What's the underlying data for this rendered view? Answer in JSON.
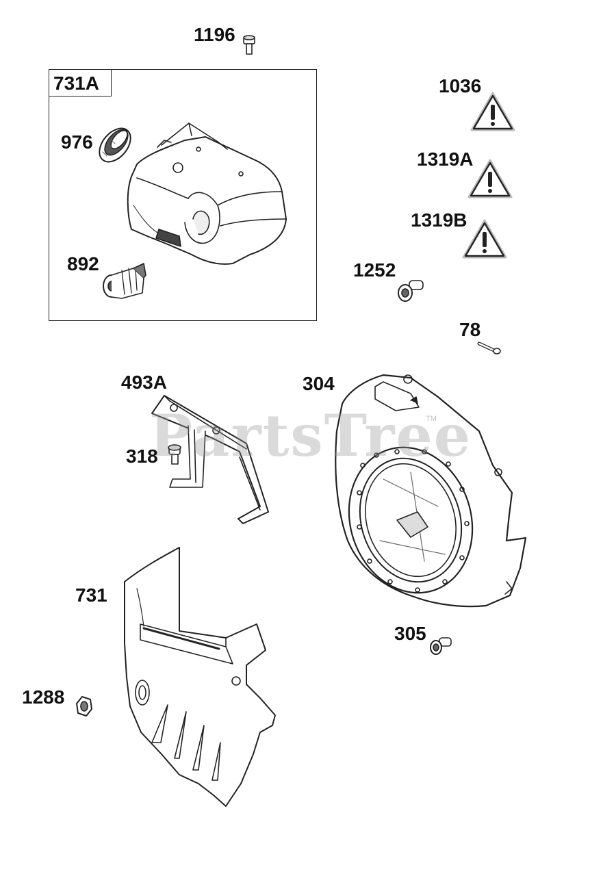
{
  "watermark": {
    "text": "PartsTree",
    "tm": "TM"
  },
  "callouts": {
    "c1196": "1196",
    "c731A": "731A",
    "c976": "976",
    "c892": "892",
    "c1036": "1036",
    "c1319A": "1319A",
    "c1319B": "1319B",
    "c1252": "1252",
    "c78": "78",
    "c493A": "493A",
    "c304": "304",
    "c318": "318",
    "c731": "731",
    "c305": "305",
    "c1288": "1288"
  },
  "icons": [
    "bolt-icon",
    "warning-triangle-icon",
    "flange-bolt-icon",
    "screw-icon",
    "nut-icon",
    "grommet-icon",
    "fuel-cap-icon"
  ],
  "colors": {
    "line": "#222222",
    "label": "#111111",
    "watermark": "#969696"
  }
}
